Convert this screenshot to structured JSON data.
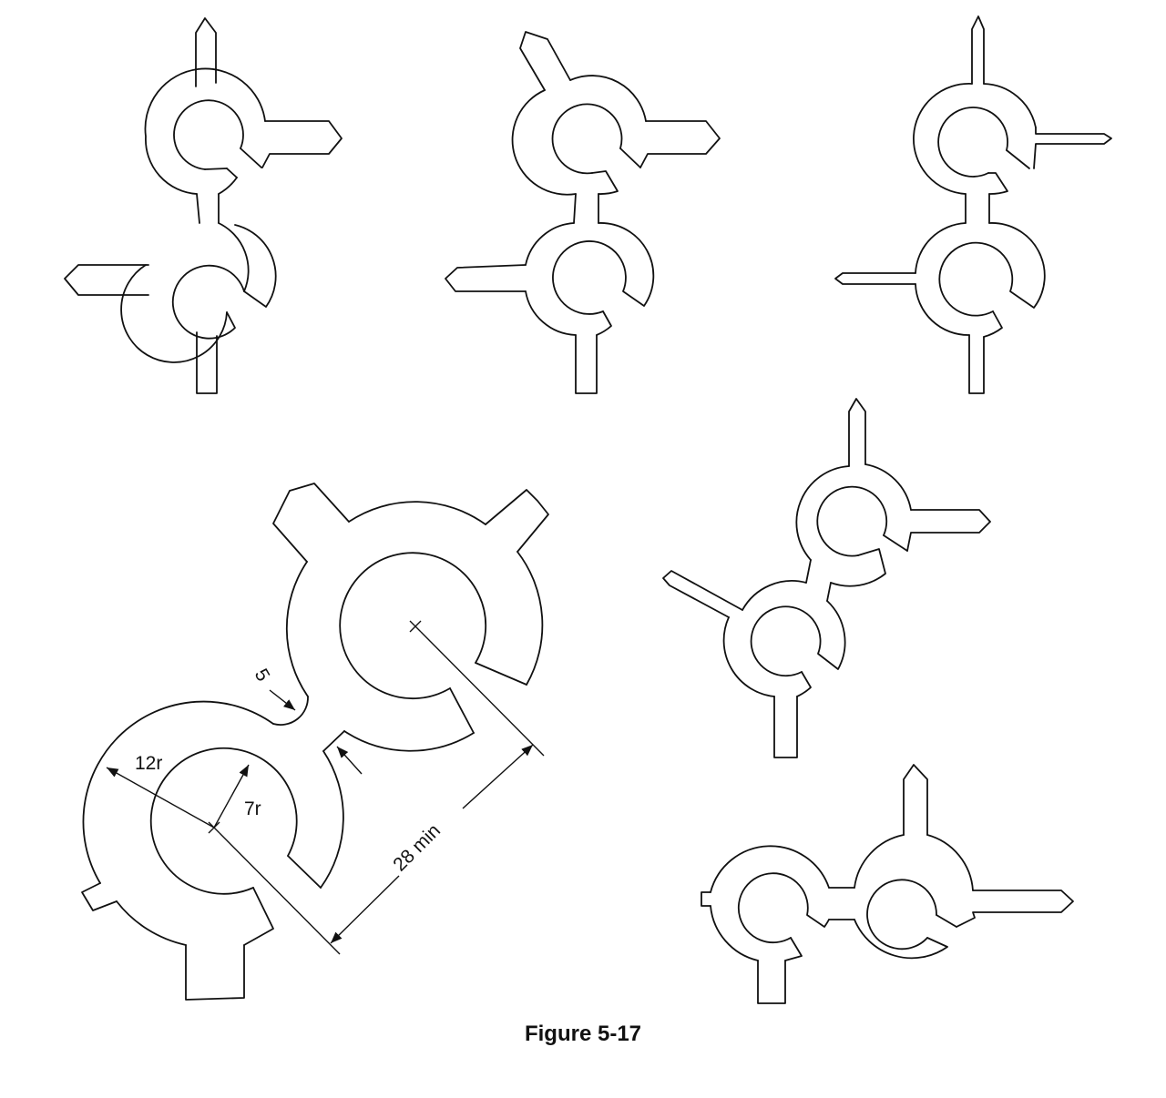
{
  "figure": {
    "caption": "Figure 5-17",
    "stroke_color": "#111111",
    "background_color": "#ffffff"
  },
  "dimensions": {
    "wall_gap": "5",
    "outer_radius": "12r",
    "inner_radius": "7r",
    "center_distance": "28 min"
  },
  "parts": [
    {
      "name": "keyed-link-variant-1",
      "arms": 4,
      "has_dimensions": false
    },
    {
      "name": "keyed-link-variant-2",
      "arms": 4,
      "has_dimensions": false
    },
    {
      "name": "keyed-link-variant-3",
      "arms": 4,
      "has_dimensions": false
    },
    {
      "name": "keyed-link-dimensioned",
      "arms": 3,
      "has_dimensions": true
    },
    {
      "name": "keyed-link-variant-4",
      "arms": 4,
      "has_dimensions": false
    },
    {
      "name": "keyed-link-variant-5",
      "arms": 3,
      "has_dimensions": false
    }
  ]
}
